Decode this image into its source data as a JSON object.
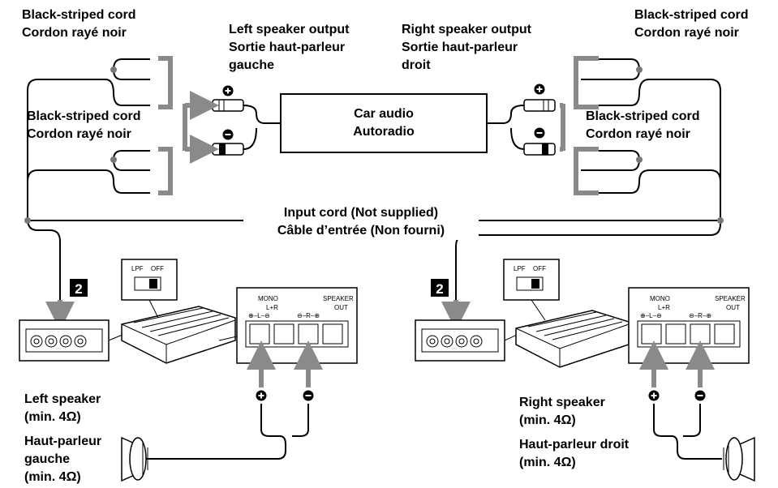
{
  "labels": {
    "stripe_tl_en": "Black-striped cord",
    "stripe_tl_fr": "Cordon rayé noir",
    "stripe_ml_en": "Black-striped cord",
    "stripe_ml_fr": "Cordon rayé noir",
    "stripe_tr_en": "Black-striped cord",
    "stripe_tr_fr": "Cordon rayé noir",
    "stripe_mr_en": "Black-striped cord",
    "stripe_mr_fr": "Cordon rayé noir",
    "left_output_en": "Left speaker output",
    "left_output_fr1": "Sortie haut-parleur",
    "left_output_fr2": "gauche",
    "right_output_en": "Right speaker output",
    "right_output_fr1": "Sortie haut-parleur",
    "right_output_fr2": "droit",
    "car_audio_en": "Car audio",
    "car_audio_fr": "Autoradio",
    "input_cord_en": "Input cord (Not supplied)",
    "input_cord_fr": "Câble d’entrée (Non fourni)",
    "left_speaker_en": "Left speaker",
    "left_speaker_imp": "(min. 4Ω)",
    "left_speaker_fr1": "Haut-parleur",
    "left_speaker_fr2": "gauche",
    "left_speaker_fr_imp": "(min. 4Ω)",
    "right_speaker_en": "Right speaker",
    "right_speaker_imp": "(min. 4Ω)",
    "right_speaker_fr": "Haut-parleur droit",
    "right_speaker_fr_imp": "(min. 4Ω)"
  },
  "amp_panel": {
    "step_badge": "2",
    "lpf": "LPF",
    "off": "OFF",
    "mono": "MONO",
    "lr_sum": "L+R",
    "speaker": "SPEAKER",
    "out": "OUT",
    "terminals_left": "⊕–L–⊖",
    "terminals_right": "⊖–R–⊕"
  },
  "polarity": {
    "plus": "+",
    "minus": "−"
  }
}
